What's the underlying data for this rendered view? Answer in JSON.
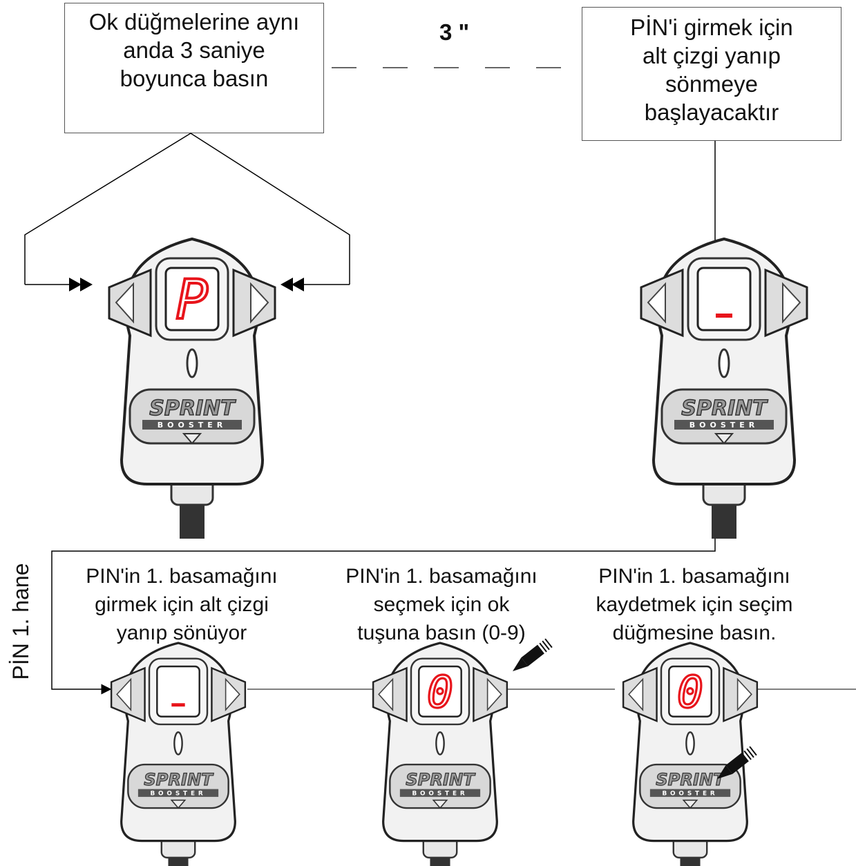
{
  "top_left_box": "Ok düğmelerine aynı\nanda 3 saniye\nboyunca basın",
  "seconds_label": "3 \"",
  "top_right_box": "PİN'i girmek için\nalt çizgi yanıp\nsönmeye\nbaşlayacaktır",
  "side_label": "PİN 1. hane",
  "caption_1": "PIN'in 1. basamağını\ngirmek için alt çizgi\nyanıp sönüyor",
  "caption_2": "PIN'in 1. basamağını\nseçmek için ok\ntuşuna basın (0-9)",
  "caption_3": "PIN'in 1. basamağını\nkaydetmek için seçim\ndüğmesine basın.",
  "logo_text": "SPRINT",
  "logo_sub": "BOOSTER",
  "display_values": [
    "P",
    "_",
    "_",
    "0",
    "0"
  ],
  "colors": {
    "display": "#e8141b",
    "lines": "#000000",
    "device_body": "#f2f2f2"
  }
}
